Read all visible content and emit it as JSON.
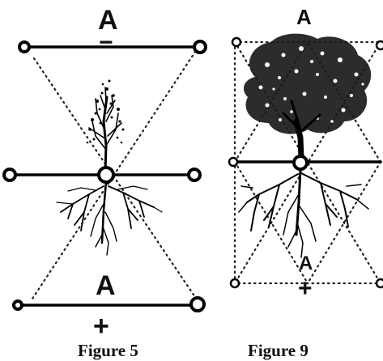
{
  "figures": [
    {
      "caption": "Figure 5",
      "top_label": "A",
      "top_sign": "−",
      "bottom_label": "A",
      "bottom_sign": "+"
    },
    {
      "caption": "Figure 9",
      "top_label": "A",
      "bottom_label": "A",
      "bottom_sign": "+"
    }
  ]
}
